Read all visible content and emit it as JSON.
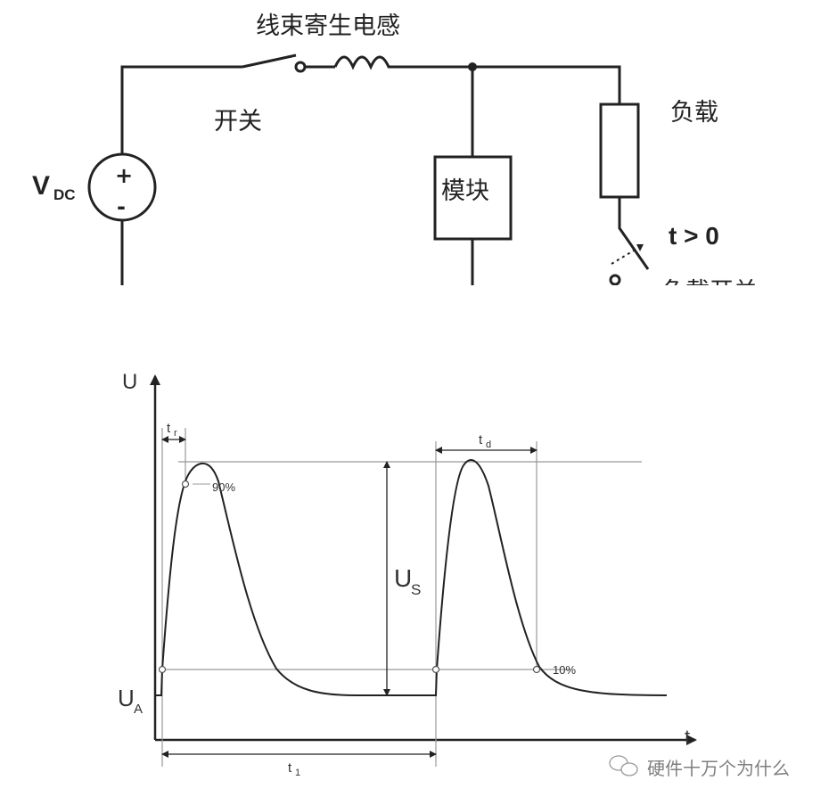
{
  "circuit": {
    "inductor_label": "线束寄生电感",
    "switch_label": "开关",
    "load_label": "负载",
    "module_label": "模块",
    "source_label_main": "V",
    "source_label_sub": "DC",
    "source_plus": "+",
    "source_minus": "-",
    "time_condition": "t > 0",
    "load_switch_label": "负载开关"
  },
  "waveform": {
    "y_axis_label": "U",
    "x_axis_label": "t",
    "rise_time_label_main": "t",
    "rise_time_label_sub": "r",
    "duration_label_main": "t",
    "duration_label_sub": "d",
    "period_label_main": "t",
    "period_label_sub": "1",
    "peak_label_main": "U",
    "peak_label_sub": "S",
    "base_label_main": "U",
    "base_label_sub": "A",
    "pct_90": "90%",
    "pct_10": "10%"
  },
  "watermark": {
    "text": "硬件十万个为什么",
    "icon": "wechat-icon"
  }
}
